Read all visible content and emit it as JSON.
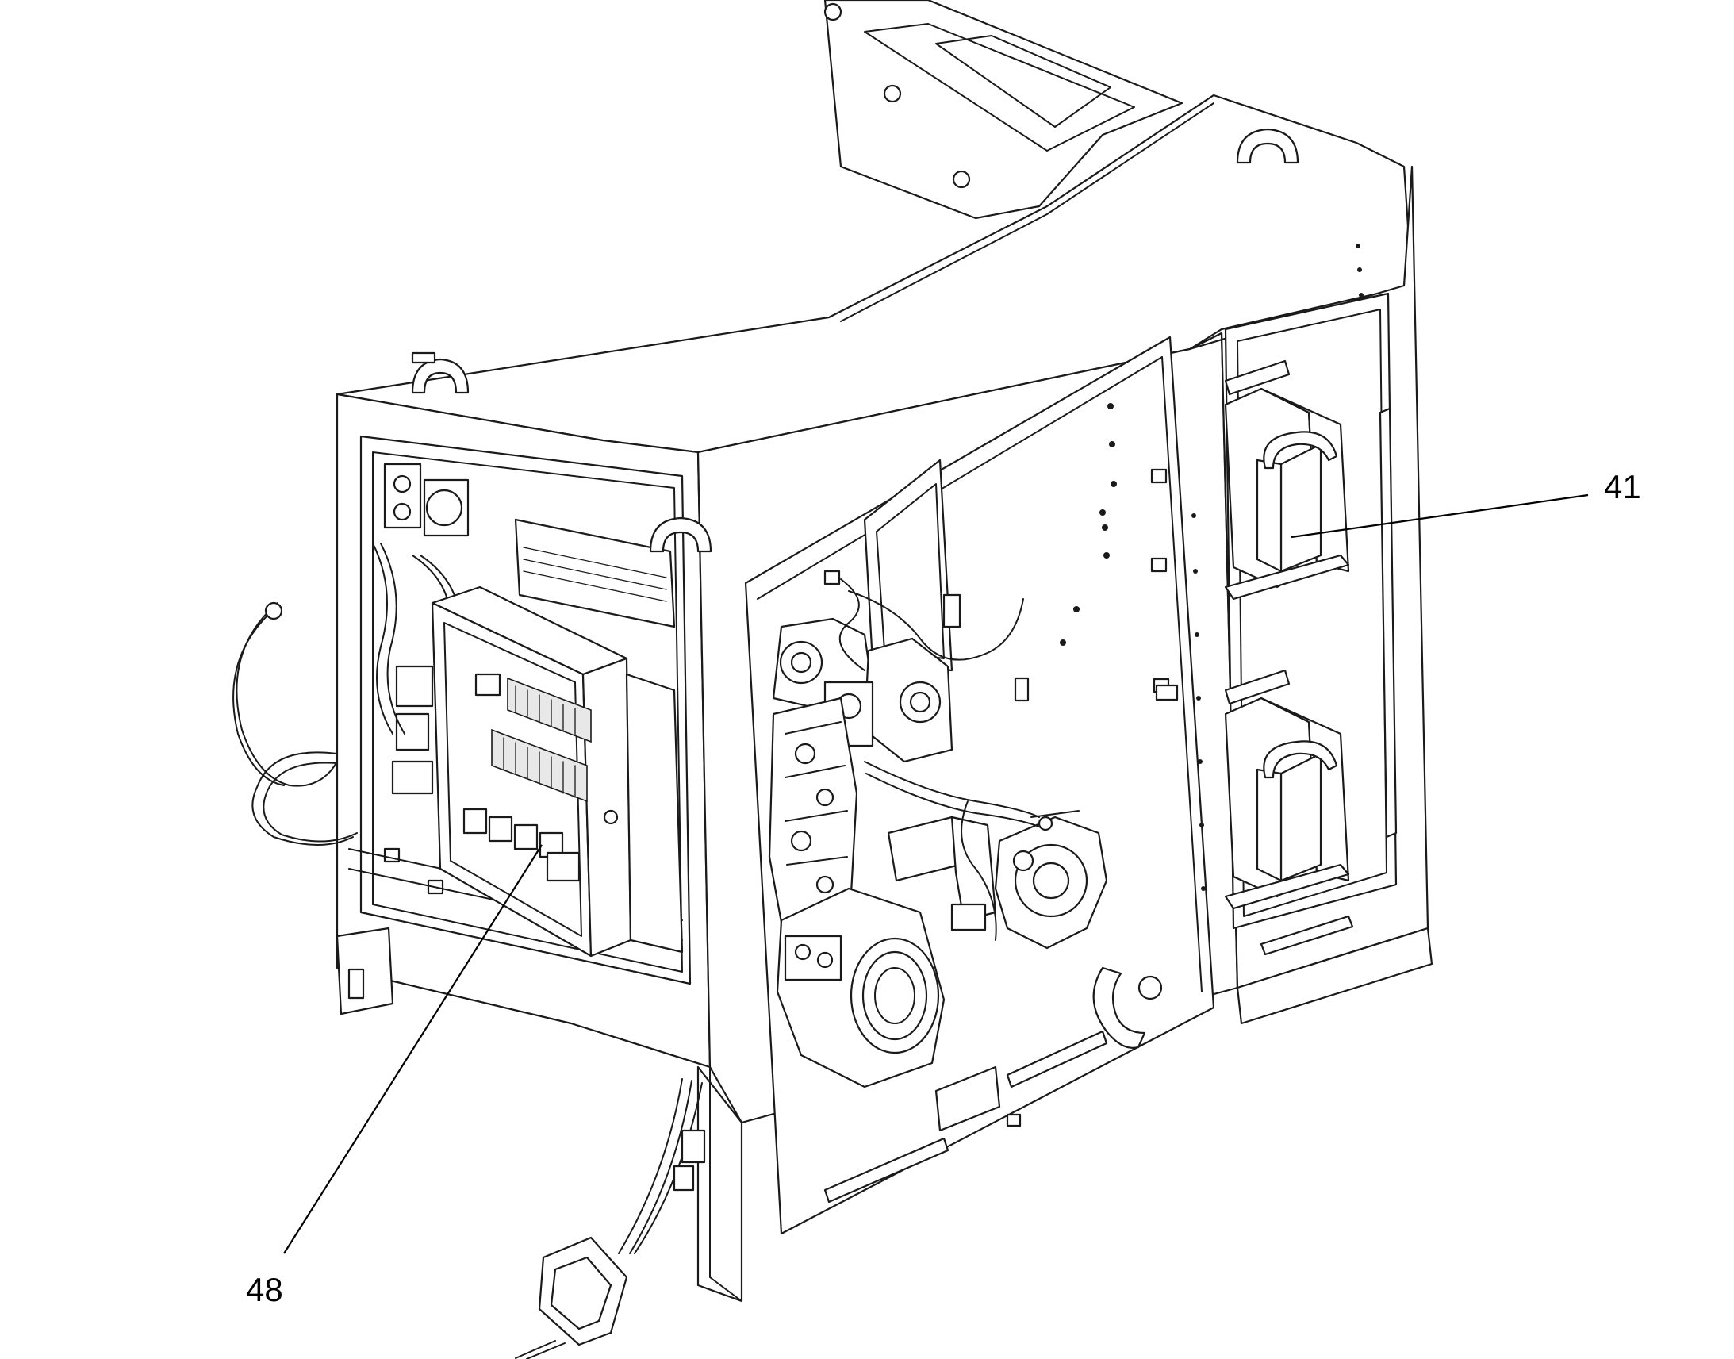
{
  "callouts": [
    {
      "id": "41",
      "label": "41"
    },
    {
      "id": "48",
      "label": "48"
    }
  ],
  "colors": {
    "line": "#1a1a1a",
    "background": "#ffffff"
  }
}
